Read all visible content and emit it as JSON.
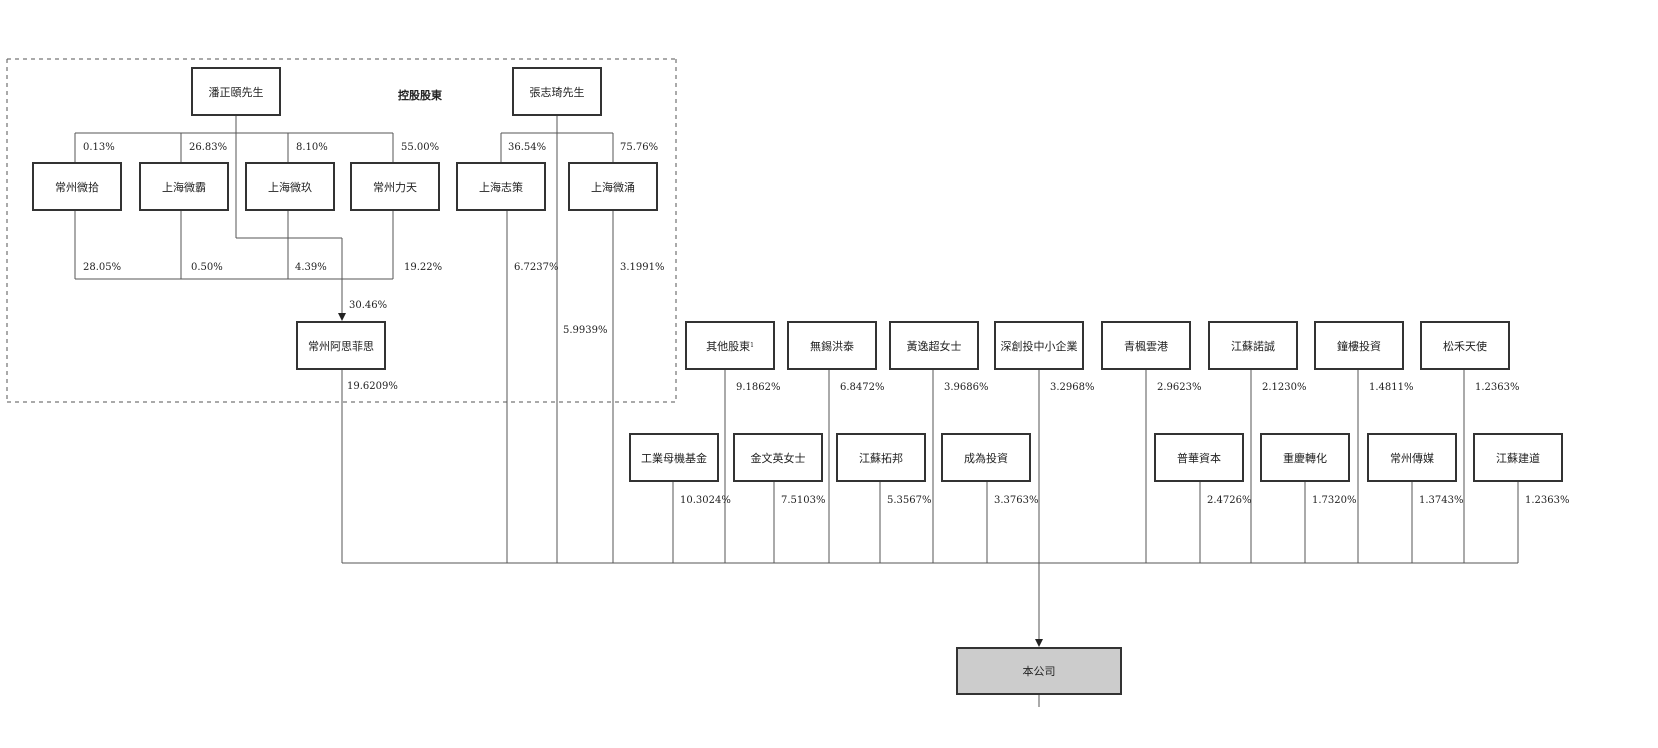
{
  "controlling_label": "控股股東",
  "individuals": {
    "pan": "潘正頤先生",
    "zhang": "張志琦先生"
  },
  "holding_entities": [
    "常州微拾",
    "上海微霸",
    "上海微玖",
    "常州力天",
    "上海志策",
    "上海微涌"
  ],
  "pan_stakes_in_entities": [
    "0.13%",
    "26.83%",
    "8.10%",
    "55.00%"
  ],
  "zhang_stakes_in_entities": [
    "36.54%",
    "75.76%"
  ],
  "entity_stakes_in_asifisi": [
    "28.05%",
    "0.50%",
    "4.39%",
    "19.22%"
  ],
  "pan_stake_in_asifisi": "30.46%",
  "asifisi": {
    "name": "常州阿思菲思",
    "stake": "19.6209%"
  },
  "direct_stakes": {
    "shanghai_zhice": "6.7237%",
    "zhang_direct": "5.9939%",
    "shanghai_weiyong": "3.1991%"
  },
  "other_shareholders_top": [
    {
      "name": "其他股東",
      "note": "1",
      "stake": "9.1862%"
    },
    {
      "name": "無錫洪泰",
      "stake": "6.8472%"
    },
    {
      "name": "黃逸超女士",
      "stake": "3.9686%"
    },
    {
      "name": "深創投中小企業",
      "stake": "3.2968%"
    },
    {
      "name": "青楓雲港",
      "stake": "2.9623%"
    },
    {
      "name": "江蘇諾誠",
      "stake": "2.1230%"
    },
    {
      "name": "鐘樓投資",
      "stake": "1.4811%"
    },
    {
      "name": "松禾天使",
      "stake": "1.2363%"
    }
  ],
  "other_shareholders_bottom": [
    {
      "name": "工業母機基金",
      "stake": "10.3024%"
    },
    {
      "name": "金文英女士",
      "stake": "7.5103%"
    },
    {
      "name": "江蘇拓邦",
      "stake": "5.3567%"
    },
    {
      "name": "成為投資",
      "stake": "3.3763%"
    },
    {
      "name": "普華資本",
      "stake": "2.4726%"
    },
    {
      "name": "重慶轉化",
      "stake": "1.7320%"
    },
    {
      "name": "常州傳媒",
      "stake": "1.3743%"
    },
    {
      "name": "江蘇建道",
      "stake": "1.2363%"
    }
  ],
  "company": "本公司",
  "colors": {
    "line": "#555555",
    "border": "#333333",
    "company_fill": "#cccccc"
  }
}
